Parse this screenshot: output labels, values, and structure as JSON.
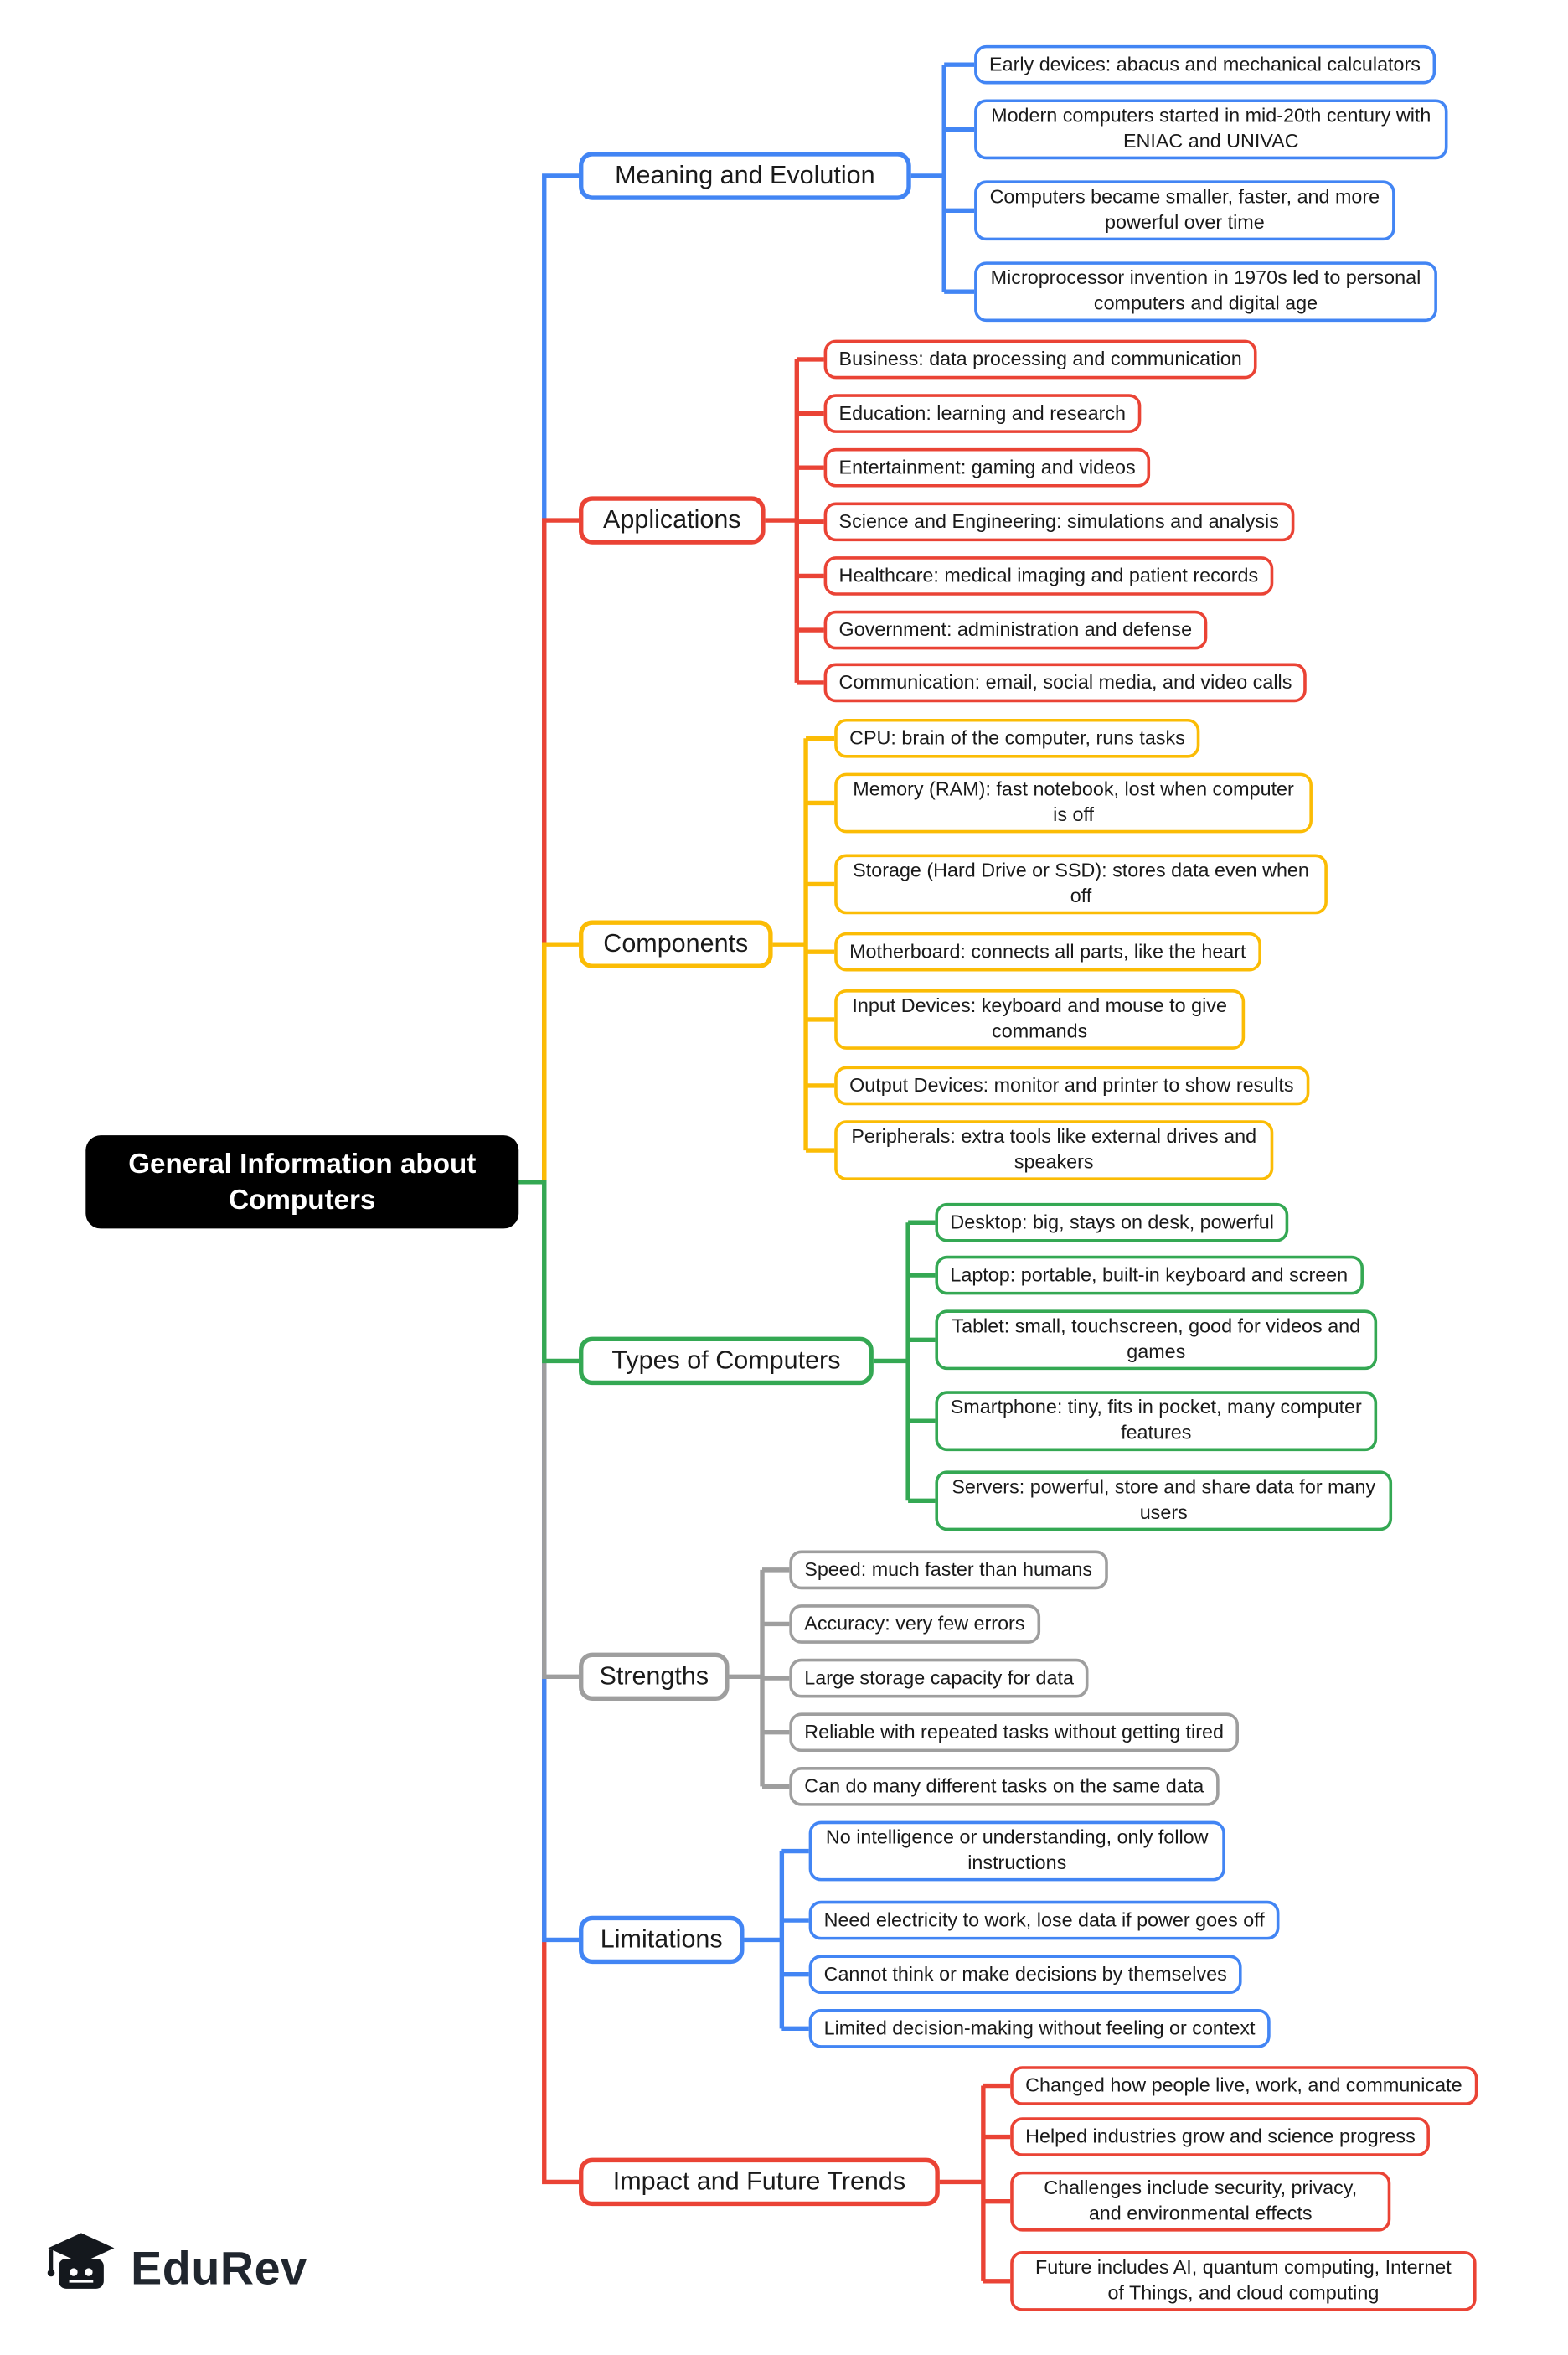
{
  "root": {
    "title": "General Information about Computers"
  },
  "colors": {
    "blue": "#4285F4",
    "red": "#EA4335",
    "yellow": "#FBBC05",
    "green": "#34A853",
    "gray": "#9E9E9E",
    "root_bg": "#000000"
  },
  "branches": [
    {
      "label": "Meaning and Evolution",
      "color": "#4285F4",
      "children": [
        "Early devices: abacus and mechanical calculators",
        "Modern computers started in mid-20th century with ENIAC and UNIVAC",
        "Computers became smaller, faster, and more powerful over time",
        "Microprocessor invention in 1970s led to personal computers and digital age"
      ]
    },
    {
      "label": "Applications",
      "color": "#EA4335",
      "children": [
        "Business: data processing and communication",
        "Education: learning and research",
        "Entertainment: gaming and videos",
        "Science and Engineering: simulations and analysis",
        "Healthcare: medical imaging and patient records",
        "Government: administration and defense",
        "Communication: email, social media, and video calls"
      ]
    },
    {
      "label": "Components",
      "color": "#FBBC05",
      "children": [
        "CPU: brain of the computer, runs tasks",
        "Memory (RAM): fast notebook, lost when computer is off",
        "Storage (Hard Drive or SSD): stores data even when off",
        "Motherboard: connects all parts, like the heart",
        "Input Devices: keyboard and mouse to give commands",
        "Output Devices: monitor and printer to show results",
        "Peripherals: extra tools like external drives and speakers"
      ]
    },
    {
      "label": "Types of Computers",
      "color": "#34A853",
      "children": [
        "Desktop: big, stays on desk, powerful",
        "Laptop: portable, built-in keyboard and screen",
        "Tablet: small, touchscreen, good for videos and games",
        "Smartphone: tiny, fits in pocket, many computer features",
        "Servers: powerful, store and share data for many users"
      ]
    },
    {
      "label": "Strengths",
      "color": "#9E9E9E",
      "children": [
        "Speed: much faster than humans",
        "Accuracy: very few errors",
        "Large storage capacity for data",
        "Reliable with repeated tasks without getting tired",
        "Can do many different tasks on the same data"
      ]
    },
    {
      "label": "Limitations",
      "color": "#4285F4",
      "children": [
        "No intelligence or understanding, only follow instructions",
        "Need electricity to work, lose data if power goes off",
        "Cannot think or make decisions by themselves",
        "Limited decision-making without feeling or context"
      ]
    },
    {
      "label": "Impact and Future Trends",
      "color": "#EA4335",
      "children": [
        "Changed how people live, work, and communicate",
        "Helped industries grow and science progress",
        "Challenges include security, privacy, and environmental effects",
        "Future includes AI, quantum computing, Internet of Things, and cloud computing"
      ]
    }
  ],
  "logo": {
    "text": "EduRev"
  }
}
